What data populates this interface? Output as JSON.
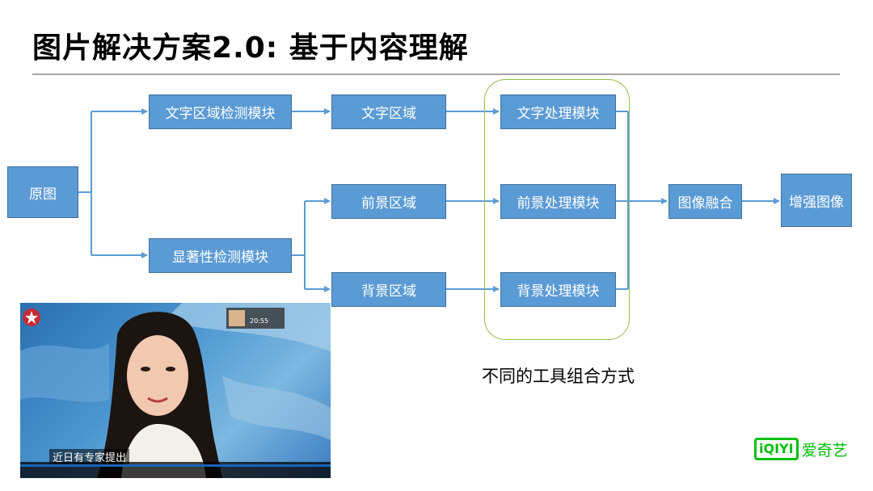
{
  "slide": {
    "title": "图片解决方案2.0: 基于内容理解",
    "caption": "不同的工具组合方式"
  },
  "diagram": {
    "nodes": {
      "source": "原图",
      "text_detect": "文字区域检测模块",
      "saliency_detect": "显著性检测模块",
      "text_region": "文字区域",
      "fg_region": "前景区域",
      "bg_region": "背景区域",
      "text_proc": "文字处理模块",
      "fg_proc": "前景处理模块",
      "bg_proc": "背景处理模块",
      "fusion": "图像融合",
      "enhance": "增强图像"
    }
  },
  "photo": {
    "subtitle": "近日有专家提出",
    "badge_time": "20:55"
  },
  "logo": {
    "mark": "iQIYI",
    "text": "爱奇艺"
  }
}
